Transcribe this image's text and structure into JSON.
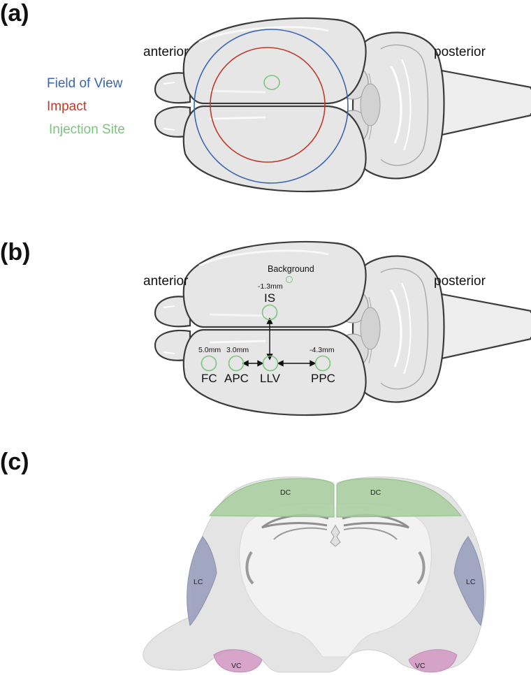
{
  "panels": {
    "a": {
      "label": "(a)",
      "anterior": "anterior",
      "posterior": "posterior",
      "legend": [
        {
          "text": "Field of View",
          "color": "#3a66b0"
        },
        {
          "text": "Impact",
          "color": "#c0392b"
        },
        {
          "text": "Injection Site",
          "color": "#7cc47c"
        }
      ]
    },
    "b": {
      "label": "(b)",
      "anterior": "anterior",
      "posterior": "posterior",
      "background_label": "Background",
      "sites": [
        {
          "name": "IS",
          "distance": "-1.3mm"
        },
        {
          "name": "FC",
          "distance": "5.0mm"
        },
        {
          "name": "APC",
          "distance": "3.0mm"
        },
        {
          "name": "LLV",
          "distance": ""
        },
        {
          "name": "PPC",
          "distance": "-4.3mm"
        }
      ],
      "site_color": "#7cc47c"
    },
    "c": {
      "label": "(c)",
      "regions": {
        "dc_left": "DC",
        "dc_right": "DC",
        "lc_left": "LC",
        "lc_right": "LC",
        "vc_left": "VC",
        "vc_right": "VC"
      },
      "colors": {
        "dc": "#a8cf9e",
        "lc": "#9aa0bd",
        "vc": "#d39bc4"
      }
    }
  }
}
